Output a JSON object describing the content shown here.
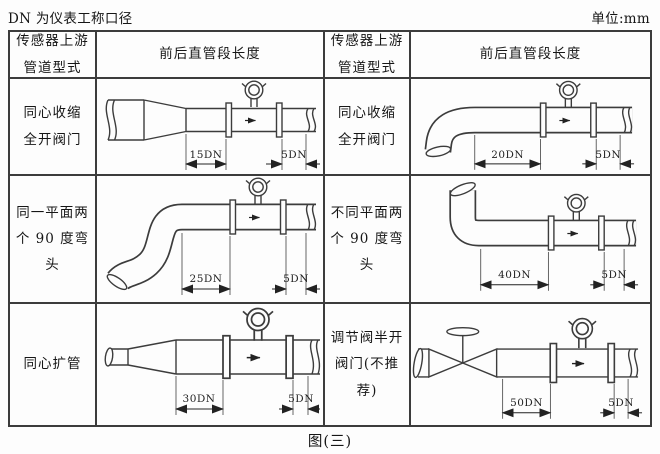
{
  "page": {
    "note_left": "DN 为仪表工称口径",
    "note_right": "单位:mm",
    "caption": "图(三)"
  },
  "table": {
    "headers": {
      "type": "传感器上游\n管道型式",
      "length": "前后直管段长度"
    },
    "rows": [
      {
        "left": {
          "label": "同心收缩\n全开阀门",
          "diagram": "concentric-reducer",
          "upstream": "15DN",
          "downstream": "5DN"
        },
        "right": {
          "label": "同心收缩\n全开阀门",
          "diagram": "single-90-degree-elbow",
          "upstream": "20DN",
          "downstream": "5DN"
        }
      },
      {
        "left": {
          "label": "同一平面两\n个 90 度弯头",
          "diagram": "two-90-elbows-same-plane",
          "upstream": "25DN",
          "downstream": "5DN"
        },
        "right": {
          "label": "不同平面两\n个 90 度弯头",
          "diagram": "two-90-elbows-different-plane",
          "upstream": "40DN",
          "downstream": "5DN"
        }
      },
      {
        "left": {
          "label": "同心扩管",
          "diagram": "concentric-expander",
          "upstream": "30DN",
          "downstream": "5DN"
        },
        "right": {
          "label": "调节阀半开\n阀门(不推荐)",
          "diagram": "half-open-regulating-valve",
          "upstream": "50DN",
          "downstream": "5DN"
        }
      }
    ]
  }
}
